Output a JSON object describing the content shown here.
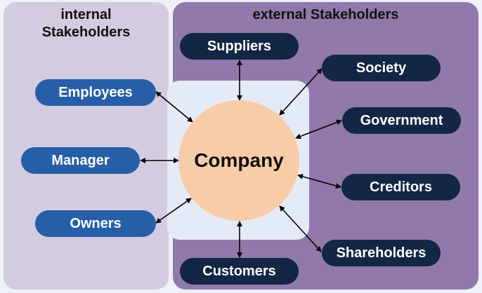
{
  "diagram": {
    "internal": {
      "title_line1": "internal",
      "title_line2": "Stakeholders",
      "items": [
        "Employees",
        "Manager",
        "Owners"
      ]
    },
    "external": {
      "title": "external Stakeholders",
      "items": [
        "Suppliers",
        "Society",
        "Government",
        "Creditors",
        "Shareholders",
        "Customers"
      ]
    },
    "center": "Company",
    "colors": {
      "internal_panel": "#d3cbe0",
      "external_panel": "#9179ab",
      "center_box": "#e5ebf6",
      "company_circle": "#f8cca7",
      "internal_pill": "#275ea8",
      "external_pill": "#132643"
    },
    "connections": [
      {
        "from": "Employees",
        "to": "Company",
        "type": "bidirectional"
      },
      {
        "from": "Manager",
        "to": "Company",
        "type": "bidirectional"
      },
      {
        "from": "Owners",
        "to": "Company",
        "type": "bidirectional"
      },
      {
        "from": "Suppliers",
        "to": "Company",
        "type": "bidirectional"
      },
      {
        "from": "Society",
        "to": "Company",
        "type": "bidirectional"
      },
      {
        "from": "Government",
        "to": "Company",
        "type": "bidirectional"
      },
      {
        "from": "Creditors",
        "to": "Company",
        "type": "bidirectional"
      },
      {
        "from": "Shareholders",
        "to": "Company",
        "type": "bidirectional"
      },
      {
        "from": "Customers",
        "to": "Company",
        "type": "bidirectional"
      }
    ]
  }
}
